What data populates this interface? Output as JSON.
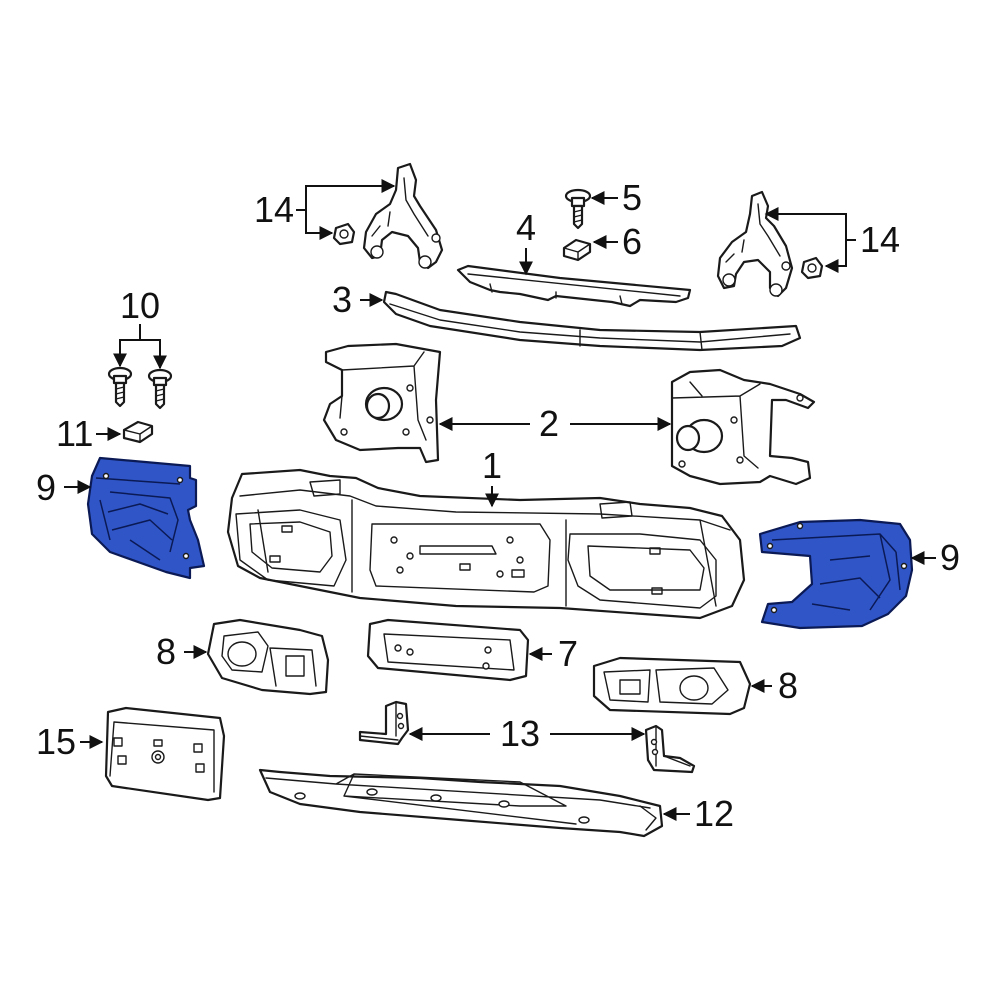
{
  "callouts": {
    "c1": "1",
    "c2": "2",
    "c3": "3",
    "c4": "4",
    "c5": "5",
    "c6": "6",
    "c7": "7",
    "c8a": "8",
    "c8b": "8",
    "c9a": "9",
    "c9b": "9",
    "c10": "10",
    "c11": "11",
    "c12": "12",
    "c13": "13",
    "c14a": "14",
    "c14b": "14",
    "c15": "15"
  },
  "colors": {
    "highlight": "#2f55c6",
    "line": "#1a1a1a",
    "background": "#ffffff"
  },
  "highlighted_part": "9"
}
